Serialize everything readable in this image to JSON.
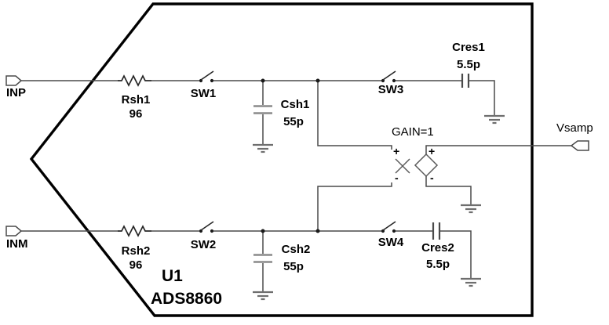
{
  "schematic": {
    "ic": {
      "refdes": "U1",
      "part": "ADS8860"
    },
    "ports": {
      "inp": "INP",
      "inm": "INM",
      "vsamp": "Vsamp"
    },
    "resistors": [
      {
        "name": "Rsh1",
        "value": "96"
      },
      {
        "name": "Rsh2",
        "value": "96"
      }
    ],
    "switches": [
      {
        "name": "SW1"
      },
      {
        "name": "SW2"
      },
      {
        "name": "SW3"
      },
      {
        "name": "SW4"
      }
    ],
    "capacitors": [
      {
        "name": "Csh1",
        "value": "55p"
      },
      {
        "name": "Csh2",
        "value": "55p"
      },
      {
        "name": "Cres1",
        "value": "5.5p"
      },
      {
        "name": "Cres2",
        "value": "5.5p"
      }
    ],
    "controlled_source": {
      "gain_label": "GAIN=1",
      "sense_plus": "+",
      "sense_minus": "-",
      "output_plus": "+",
      "output_minus": "-"
    },
    "colors": {
      "wire": "#4a4a4a",
      "component": "#262626",
      "outline": "#000000",
      "ground": "#6e6e6e",
      "plate": "#8a8a8a",
      "text": "#000000",
      "background": "#ffffff"
    }
  }
}
